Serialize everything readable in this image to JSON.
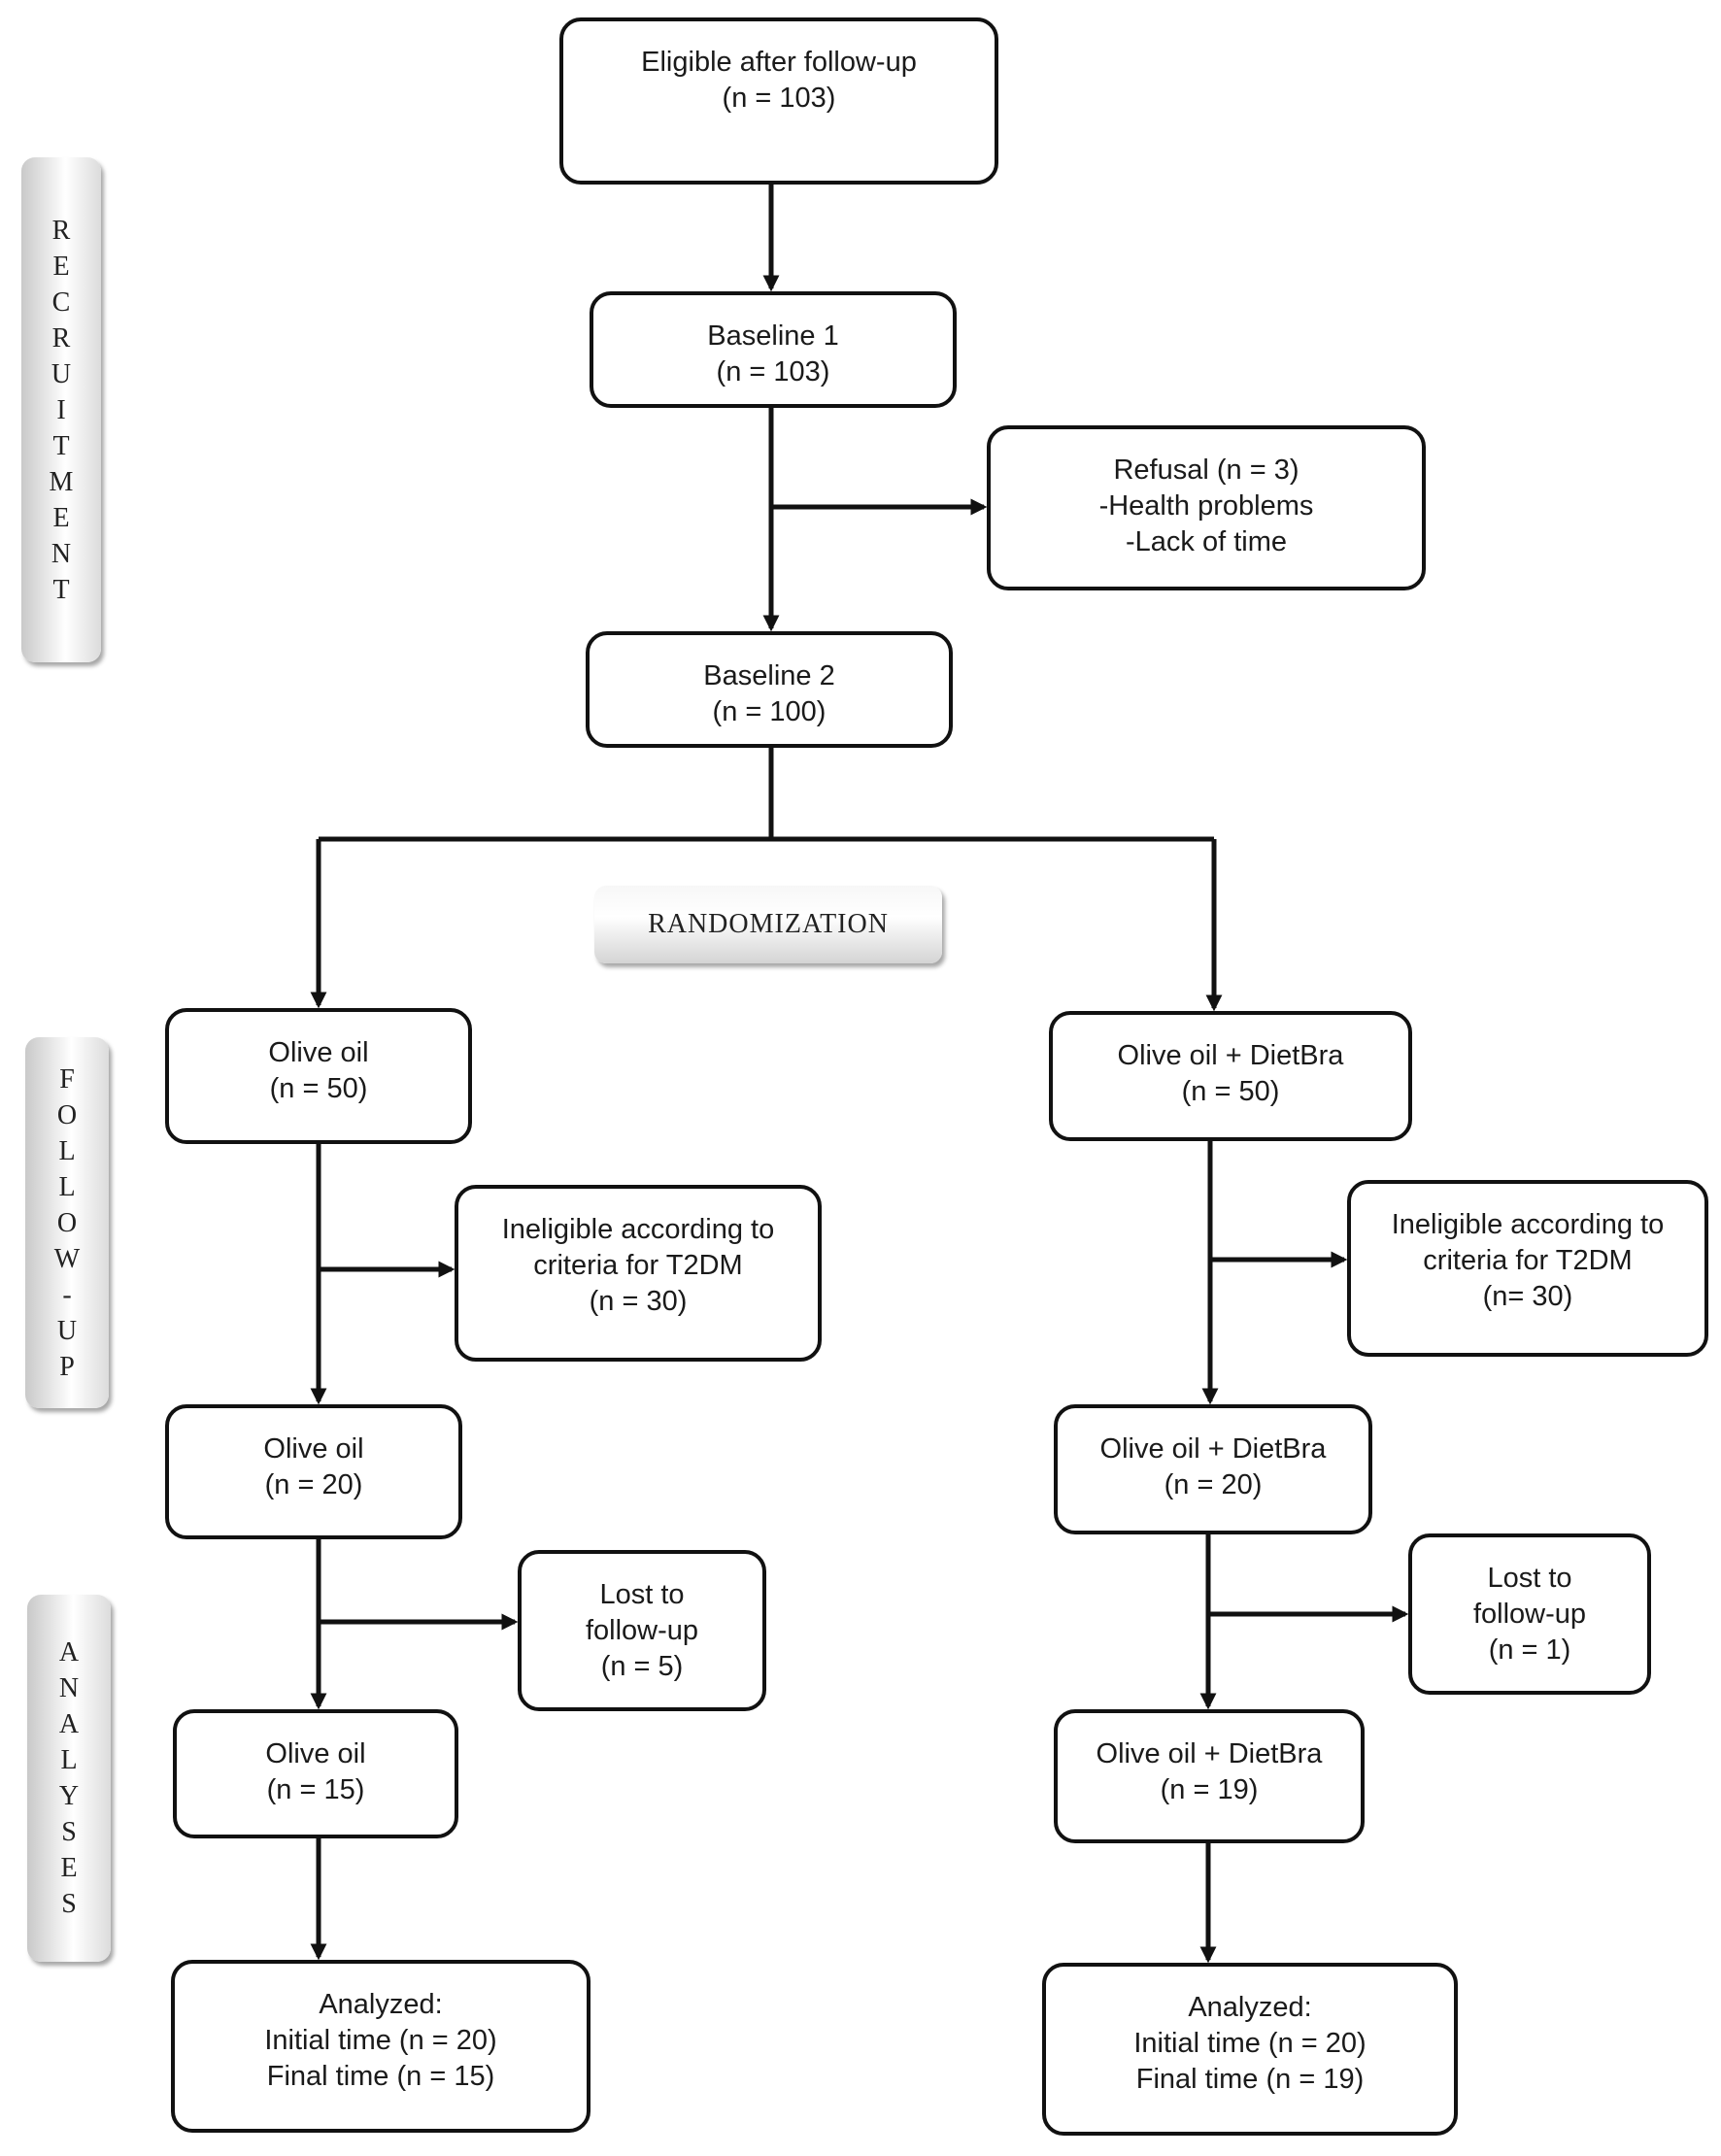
{
  "phases": {
    "recruitment": "RECRUITMENT",
    "follow_up": "FOLLOW-UP",
    "analyses": "ANALYSES",
    "randomization": "RANDOMIZATION"
  },
  "boxes": {
    "eligible": [
      "Eligible after follow-up",
      "(n = 103)"
    ],
    "baseline1": [
      "Baseline 1",
      "(n = 103)"
    ],
    "refusal": [
      "Refusal (n = 3)",
      "-Health problems",
      "-Lack of time"
    ],
    "baseline2": [
      "Baseline 2",
      "(n = 100)"
    ],
    "left_alloc": [
      "Olive oil",
      "(n = 50)"
    ],
    "right_alloc": [
      "Olive oil + DietBra",
      "(n = 50)"
    ],
    "left_inelig": [
      "Ineligible according to",
      "criteria for T2DM",
      "(n = 30)"
    ],
    "right_inelig": [
      "Ineligible according to",
      "criteria for T2DM",
      "(n= 30)"
    ],
    "left_fu": [
      "Olive oil",
      "(n = 20)"
    ],
    "right_fu": [
      "Olive oil + DietBra",
      "(n = 20)"
    ],
    "left_lost": [
      "Lost to",
      "follow-up",
      "(n = 5)"
    ],
    "right_lost": [
      "Lost to",
      "follow-up",
      "(n = 1)"
    ],
    "left_an": [
      "Olive oil",
      "(n = 15)"
    ],
    "right_an": [
      "Olive oil + DietBra",
      "(n = 19)"
    ],
    "left_final": [
      "Analyzed:",
      "Initial time (n = 20)",
      "Final time (n = 15)"
    ],
    "right_final": [
      "Analyzed:",
      "Initial time (n = 20)",
      "Final time (n = 19)"
    ]
  }
}
